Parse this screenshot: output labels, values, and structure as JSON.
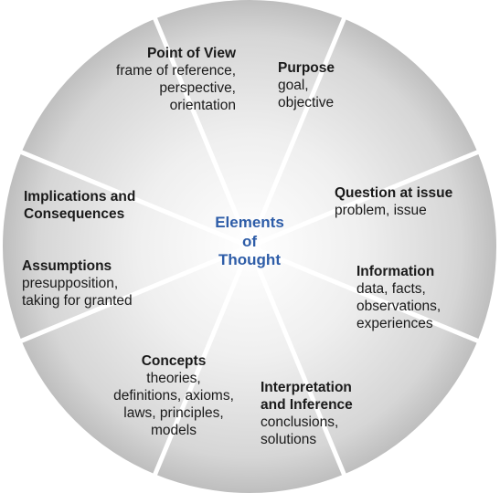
{
  "center": {
    "line1": "Elements",
    "line2": "of",
    "line3": "Thought"
  },
  "segments": {
    "point_of_view": {
      "title": "Point of View",
      "l1": "frame of reference,",
      "l2": "perspective,",
      "l3": "orientation"
    },
    "purpose": {
      "title": "Purpose",
      "l1": "goal,",
      "l2": "objective"
    },
    "question": {
      "title": "Question at issue",
      "l1": "problem, issue"
    },
    "information": {
      "title": "Information",
      "l1": "data, facts,",
      "l2": "observations,",
      "l3": "experiences"
    },
    "interpretation": {
      "title1": "Interpretation",
      "title2": "and Inference",
      "l1": "conclusions,",
      "l2": "solutions"
    },
    "concepts": {
      "title": "Concepts",
      "l1": "theories,",
      "l2": "definitions, axioms,",
      "l3": "laws, principles,",
      "l4": "models"
    },
    "assumptions": {
      "title": "Assumptions",
      "l1": "presupposition,",
      "l2": "taking for granted"
    },
    "implications": {
      "title1": "Implications and",
      "title2": "Consequences"
    }
  },
  "colors": {
    "segment_light": "#f2f2f2",
    "segment_dark": "#b9b9b9",
    "divider": "#ffffff",
    "center_text": "#2e5da8"
  }
}
